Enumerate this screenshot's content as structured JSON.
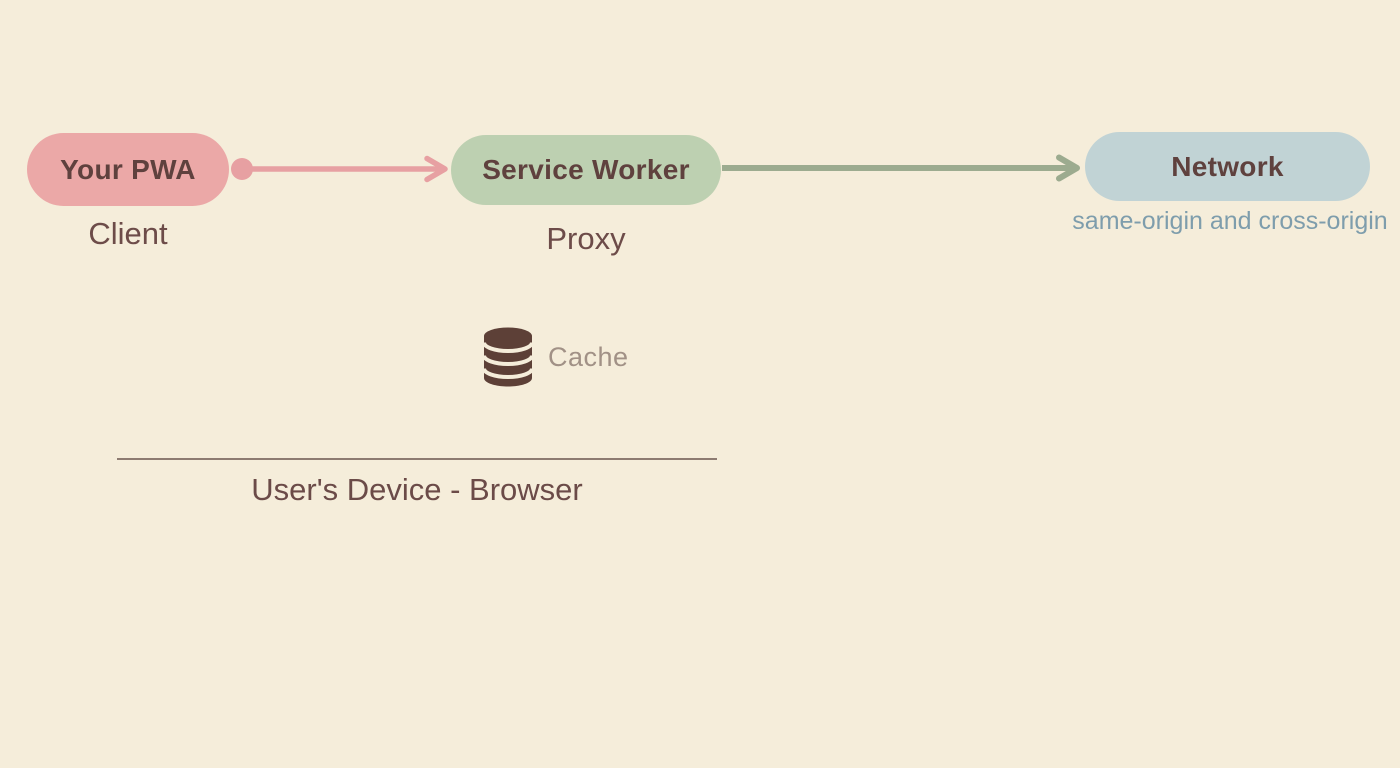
{
  "canvas": {
    "background": "#f5edda"
  },
  "diagram": {
    "nodes": [
      {
        "id": "your-pwa",
        "label": "Your PWA",
        "sublabel": "Client",
        "fill": "#eba8a7",
        "label_color": "#5f413e"
      },
      {
        "id": "service-worker",
        "label": "Service Worker",
        "sublabel": "Proxy",
        "fill": "#bdd0b1",
        "label_color": "#5f413e"
      },
      {
        "id": "network",
        "label": "Network",
        "sublabel": "same-origin and cross-origin",
        "fill": "#c1d3d5",
        "label_color": "#5f413e",
        "sublabel_color": "#7e9dac"
      }
    ],
    "connectors": [
      {
        "id": "pwa-to-service-worker",
        "from": "Your PWA",
        "to": "Service Worker",
        "color": "#e7a0a2",
        "style": "dot-start, arrow-end"
      },
      {
        "id": "service-worker-to-network",
        "from": "Service Worker",
        "to": "Network",
        "color": "#9cab8f",
        "style": "arrow-end"
      }
    ],
    "cache": {
      "icon": "database-icon",
      "label": "Cache",
      "icon_color": "#5d4037",
      "label_color": "#a19186"
    },
    "device_boundary": {
      "label": "User's Device - Browser",
      "line_color": "#8d7b71",
      "label_color": "#6b4b48"
    },
    "text_colors": {
      "node_sublabel": "#6d4c49"
    }
  }
}
